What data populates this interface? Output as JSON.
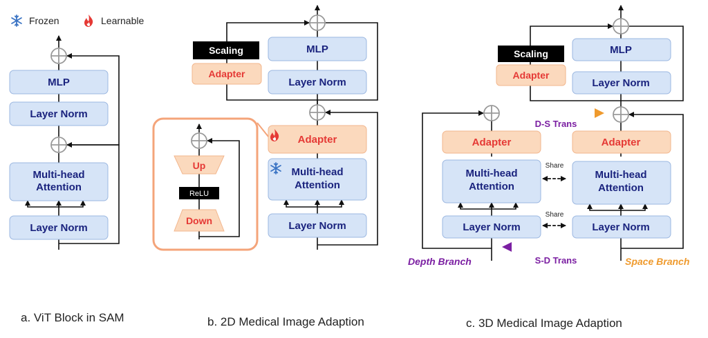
{
  "legend": {
    "frozen": "Frozen",
    "learnable": "Learnable"
  },
  "panel_a": {
    "mlp": "MLP",
    "layer_norm_top": "Layer Norm",
    "mha_line1": "Multi-head",
    "mha_line2": "Attention",
    "layer_norm_bottom": "Layer Norm",
    "caption": "a. ViT Block in SAM"
  },
  "panel_b": {
    "scaling": "Scaling",
    "adapter_top": "Adapter",
    "mlp": "MLP",
    "layer_norm_top": "Layer Norm",
    "adapter_mid": "Adapter",
    "mha_line1": "Multi-head",
    "mha_line2": "Attention",
    "layer_norm_bottom": "Layer Norm",
    "inset_up": "Up",
    "inset_relu": "ReLU",
    "inset_down": "Down",
    "caption": "b. 2D Medical Image Adaption"
  },
  "panel_c": {
    "scaling": "Scaling",
    "adapter_top": "Adapter",
    "mlp": "MLP",
    "layer_norm_top": "Layer Norm",
    "adapter_left": "Adapter",
    "adapter_right": "Adapter",
    "mha_left_line1": "Multi-head",
    "mha_left_line2": "Attention",
    "mha_right_line1": "Multi-head",
    "mha_right_line2": "Attention",
    "layer_norm_left": "Layer Norm",
    "layer_norm_right": "Layer Norm",
    "share_top": "Share",
    "share_bottom": "Share",
    "ds_trans": "D-S Trans",
    "sd_trans": "S-D Trans",
    "depth_branch": "Depth Branch",
    "space_branch": "Space Branch",
    "caption": "c. 3D Medical Image Adaption"
  },
  "colors": {
    "frozen_box": "#d6e4f7",
    "learnable_box": "#fbd9bd",
    "label_blue": "#1a237e",
    "label_red": "#e53935",
    "purple": "#7b1fa2",
    "orange": "#ef9a2d",
    "inset_border": "#f4a47a"
  },
  "icons": {
    "frozen": "snowflake-icon",
    "learnable": "flame-icon"
  }
}
